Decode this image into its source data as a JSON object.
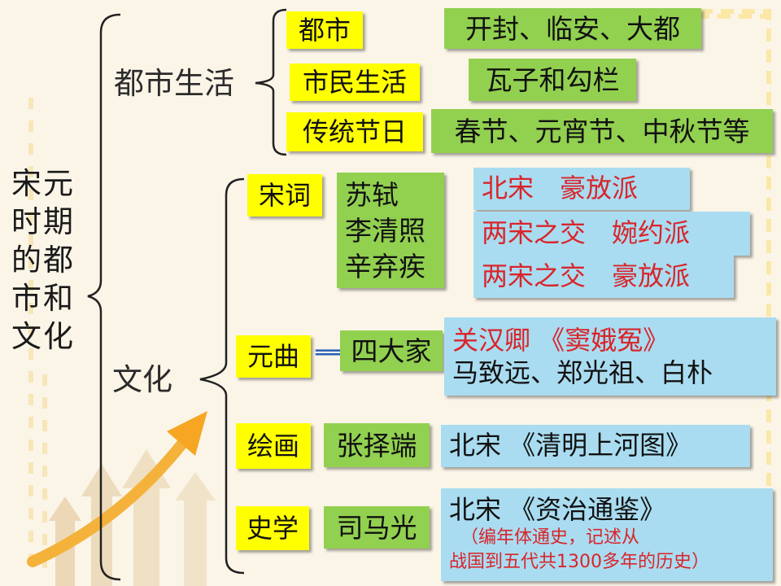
{
  "title": "宋元时期的都市和文化",
  "branches": {
    "city_life": "都市生活",
    "culture": "文化"
  },
  "city_life": [
    {
      "label": "都市",
      "detail": "开封、临安、大都"
    },
    {
      "label": "市民生活",
      "detail": "瓦子和勾栏"
    },
    {
      "label": "传统节日",
      "detail": "春节、元宵节、中秋节等"
    }
  ],
  "ci": {
    "label": "宋词",
    "poets": [
      "苏轼",
      "李清照",
      "辛弃疾"
    ],
    "schools": [
      "北宋　豪放派",
      "两宋之交　婉约派",
      "两宋之交　豪放派"
    ]
  },
  "qu": {
    "label": "元曲",
    "arrow": "⟹",
    "group": "四大家",
    "line1": "关汉卿 《窦娥冤》",
    "line2": "马致远、郑光祖、白朴"
  },
  "painting": {
    "label": "绘画",
    "person": "张择端",
    "work": "北宋 《清明上河图》"
  },
  "history": {
    "label": "史学",
    "person": "司马光",
    "work": "北宋 《资治通鉴》",
    "note1": "（编年体通史，记述从",
    "note2": "战国到五代共1300多年的历史）"
  }
}
